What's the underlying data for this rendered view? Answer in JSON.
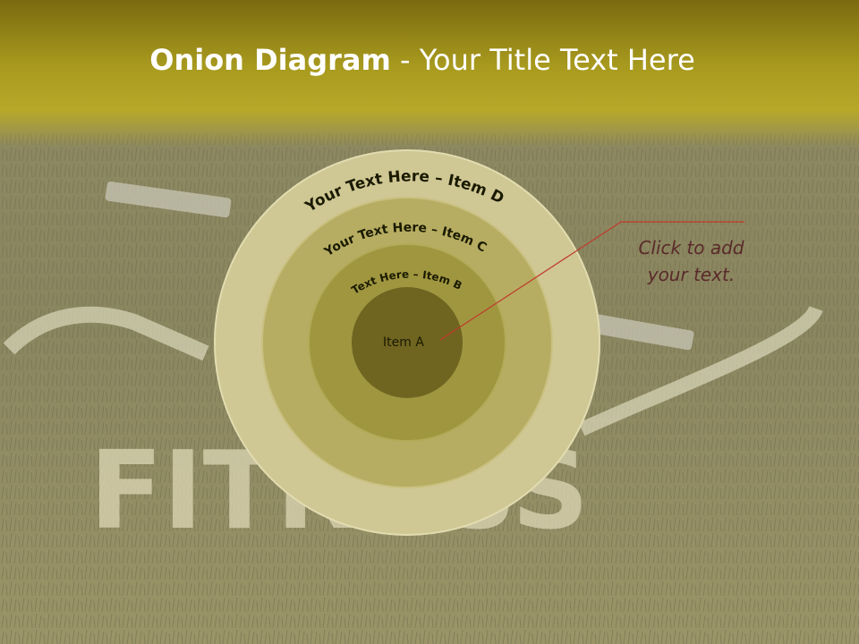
{
  "slide": {
    "title_bold": "Onion Diagram",
    "title_rest": " - Your Title Text Here",
    "background_word": "FITNESS"
  },
  "diagram": {
    "layers": [
      {
        "id": "D",
        "label": "Your Text Here – Item D",
        "color": "#cfc794"
      },
      {
        "id": "C",
        "label": "Your Text Here – Item C",
        "color": "#b6ad62"
      },
      {
        "id": "B",
        "label": "Text Here – Item B",
        "color": "#a09640"
      },
      {
        "id": "A",
        "label": "Item A",
        "color": "#6f6420"
      }
    ]
  },
  "callout": {
    "line1": "Click  to add",
    "line2": "your text.",
    "color": "#c0392b"
  }
}
